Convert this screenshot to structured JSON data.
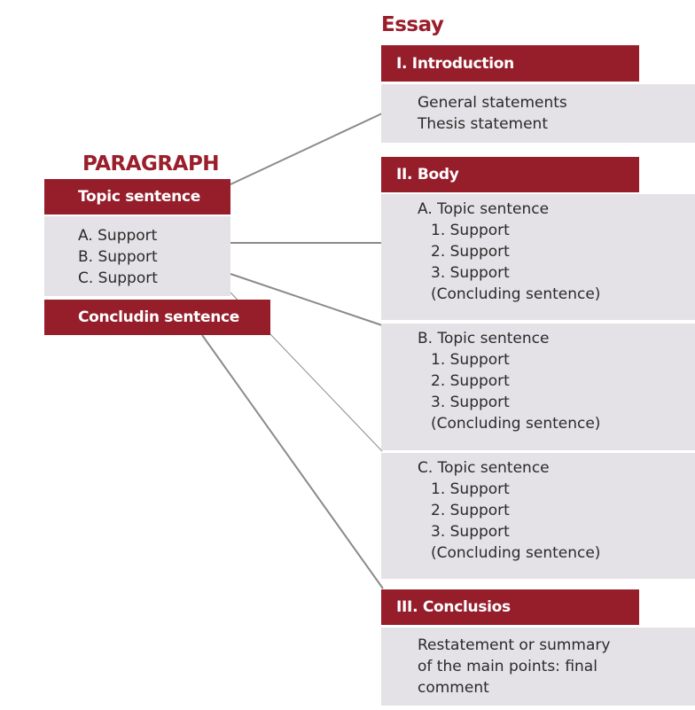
{
  "colors": {
    "header_red": "#961e2b",
    "title_red": "#9a1e2b",
    "box_gray": "#e4e2e6",
    "connector": "#8a8a8a"
  },
  "paragraph": {
    "title": "PARAGRAPH",
    "topic_header": "Topic sentence",
    "supports": [
      "A. Support",
      "B. Support",
      "C. Support"
    ],
    "concluding_header": "Concludin sentence"
  },
  "essay": {
    "title": "Essay",
    "introduction": {
      "header": "I. Introduction",
      "lines": [
        "General statements",
        "Thesis statement"
      ]
    },
    "body": {
      "header": "II. Body",
      "sections": [
        {
          "topic": "A. Topic sentence",
          "items": [
            "1. Support",
            "2. Support",
            "3. Support",
            "(Concluding sentence)"
          ]
        },
        {
          "topic": "B. Topic sentence",
          "items": [
            "1. Support",
            "2. Support",
            "3. Support",
            "(Concluding sentence)"
          ]
        },
        {
          "topic": "C. Topic sentence",
          "items": [
            "1. Support",
            "2. Support",
            "3. Support",
            "(Concluding sentence)"
          ]
        }
      ]
    },
    "conclusion": {
      "header": "III. Conclusios",
      "lines": [
        "Restatement or summary",
        "of the main points: final",
        "comment"
      ]
    }
  }
}
